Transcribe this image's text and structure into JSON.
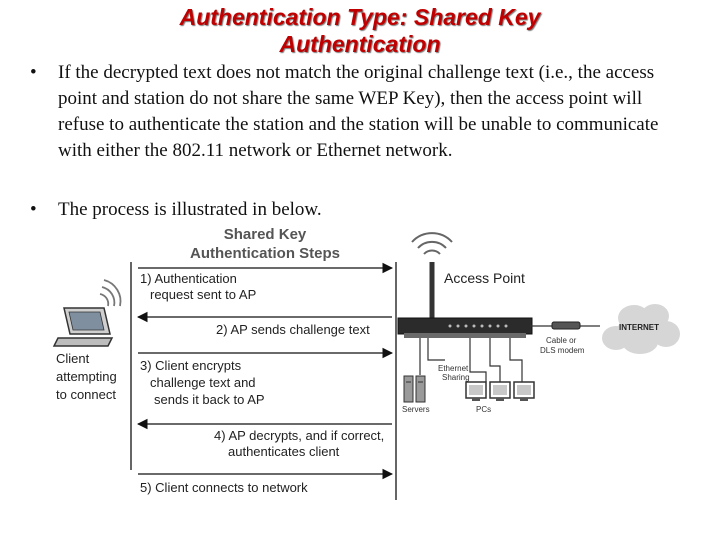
{
  "slide": {
    "title": "Authentication Type: Shared Key Authentication",
    "bullets": [
      {
        "marker": "•",
        "text": "If the decrypted text does not match the original challenge text (i.e., the access point and station do not share the same WEP Key), then the access point will refuse to authenticate the station and the station will be unable to communicate with either the 802.11 network or Ethernet network."
      },
      {
        "marker": "•",
        "text": "The process is illustrated in below."
      }
    ]
  },
  "diagram": {
    "title_line1": "Shared Key",
    "title_line2": "Authentication Steps",
    "client_label": [
      "Client",
      "attempting",
      "to connect"
    ],
    "access_point_label": "Access Point",
    "modem_label": [
      "Cable or",
      "DLS modem"
    ],
    "internet_label": "INTERNET",
    "devices": {
      "ethernet": [
        "Ethernet",
        "Sharing"
      ],
      "servers": "Servers",
      "pcs": "PCs"
    },
    "steps": [
      {
        "lines": [
          "1) Authentication",
          "request sent to AP"
        ],
        "direction": "to-ap"
      },
      {
        "lines": [
          "2) AP sends challenge text"
        ],
        "direction": "to-client"
      },
      {
        "lines": [
          "3) Client encrypts",
          "challenge text and",
          "sends it back to AP"
        ],
        "direction": "to-ap"
      },
      {
        "lines": [
          "4) AP decrypts, and if correct,",
          "authenticates client"
        ],
        "direction": "to-client"
      },
      {
        "lines": [
          "5) Client connects to network"
        ],
        "direction": "to-ap"
      }
    ]
  }
}
